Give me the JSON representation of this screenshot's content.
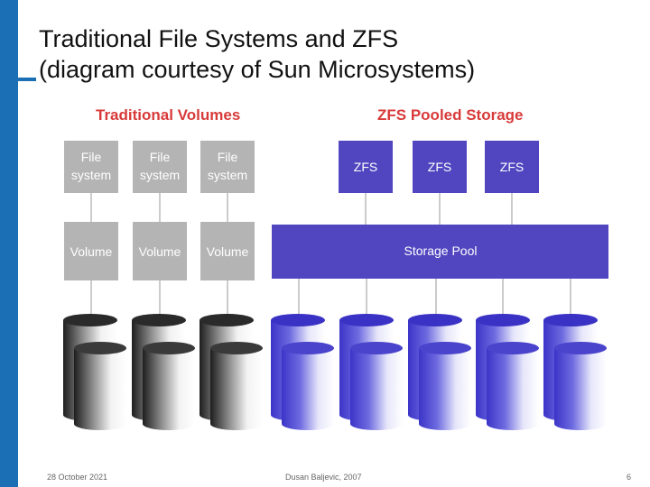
{
  "slide": {
    "title_line1": "Traditional File Systems and ZFS",
    "title_line2": "(diagram courtesy of Sun Microsystems)"
  },
  "diagram": {
    "left_heading": "Traditional Volumes",
    "right_heading": "ZFS Pooled Storage",
    "fs_line1": "File",
    "fs_line2": "system",
    "volume_label": "Volume",
    "zfs_label": "ZFS",
    "pool_label": "Storage Pool"
  },
  "footer": {
    "date": "28 October 2021",
    "author": "Dusan Baljevic, 2007",
    "page": "6"
  },
  "colors": {
    "accent_bar": "#1a6fb5",
    "heading_red": "#d83a3a",
    "zfs_purple": "#5146c0",
    "grey_box": "#b4b4b4"
  }
}
